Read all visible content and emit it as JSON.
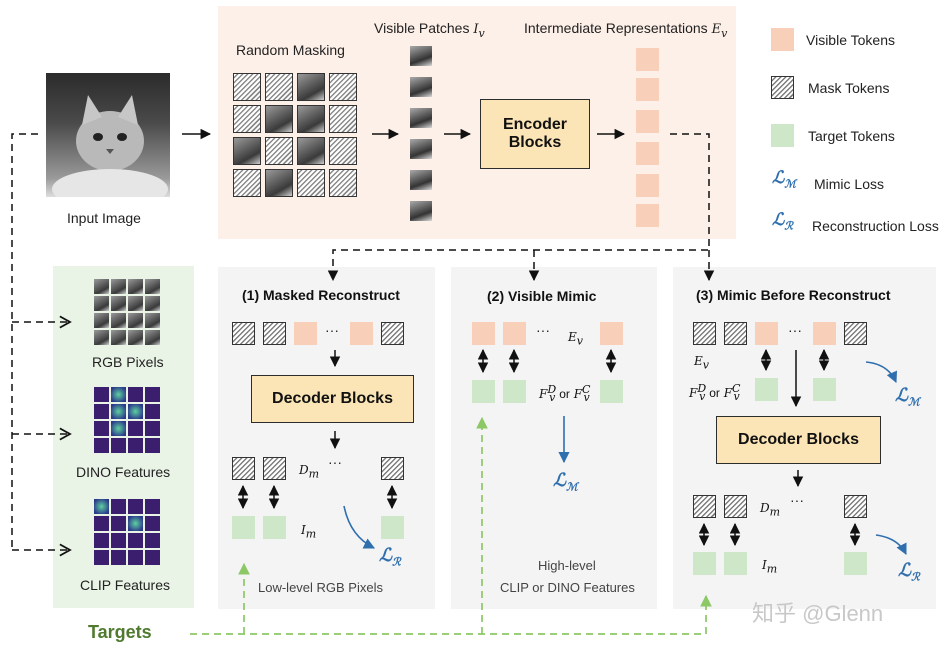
{
  "labels": {
    "input_image": "Input Image",
    "random_masking": "Random Masking",
    "visible_patches": "Visible Patches",
    "visible_patches_sym": "I",
    "visible_patches_sub": "v",
    "intermediate": "Intermediate Representations",
    "intermediate_sym": "E",
    "intermediate_sub": "v",
    "encoder_line1": "Encoder",
    "encoder_line2": "Blocks",
    "decoder": "Decoder Blocks",
    "targets": "Targets",
    "watermark": "知乎 @Glenn"
  },
  "legend": [
    {
      "kind": "visible",
      "label": "Visible Tokens"
    },
    {
      "kind": "mask",
      "label": "Mask Tokens"
    },
    {
      "kind": "target",
      "label": "Target Tokens"
    },
    {
      "kind": "loss",
      "symbol": "ℒ",
      "sub": "ℳ",
      "label": "Mimic Loss"
    },
    {
      "kind": "loss",
      "symbol": "ℒ",
      "sub": "ℛ",
      "label": "Reconstruction Loss"
    }
  ],
  "targets_list": [
    {
      "label": "RGB Pixels",
      "icon": "rgb-pixels-grid"
    },
    {
      "label": "DINO Features",
      "icon": "dino-feature-map"
    },
    {
      "label": "CLIP Features",
      "icon": "clip-feature-map"
    }
  ],
  "panels": {
    "p1": {
      "title": "(1) Masked Reconstruct",
      "dots": "···",
      "dm": "D",
      "dm_sub": "m",
      "im": "I",
      "im_sub": "m",
      "loss": "ℒ",
      "loss_sub": "ℛ",
      "caption": "Low-level RGB Pixels"
    },
    "p2": {
      "title": "(2) Visible Mimic",
      "dots": "···",
      "ev": "E",
      "ev_sub": "v",
      "f": "F",
      "f_sub": "v",
      "f_sup_d": "D",
      "or": "or",
      "f_sup_c": "C",
      "loss": "ℒ",
      "loss_sub": "ℳ",
      "caption_1": "High-level",
      "caption_2": "CLIP or DINO Features"
    },
    "p3": {
      "title": "(3) Mimic Before Reconstruct",
      "dots": "···",
      "ev": "E",
      "ev_sub": "v",
      "f": "F",
      "f_sub": "v",
      "f_sup_d": "D",
      "or": "or",
      "f_sup_c": "C",
      "loss_m": "ℒ",
      "loss_m_sub": "ℳ",
      "dm": "D",
      "dm_sub": "m",
      "im": "I",
      "im_sub": "m",
      "loss_r": "ℒ",
      "loss_r_sub": "ℛ"
    }
  },
  "colors": {
    "visible_token": "#f8cfb8",
    "target_token": "#cfe7c9",
    "block_fill": "#fbe5b6",
    "loss_blue": "#2f6fae",
    "target_green": "#4f7a2f",
    "target_arrow": "#8cc866",
    "top_panel": "#fdf0e8"
  }
}
